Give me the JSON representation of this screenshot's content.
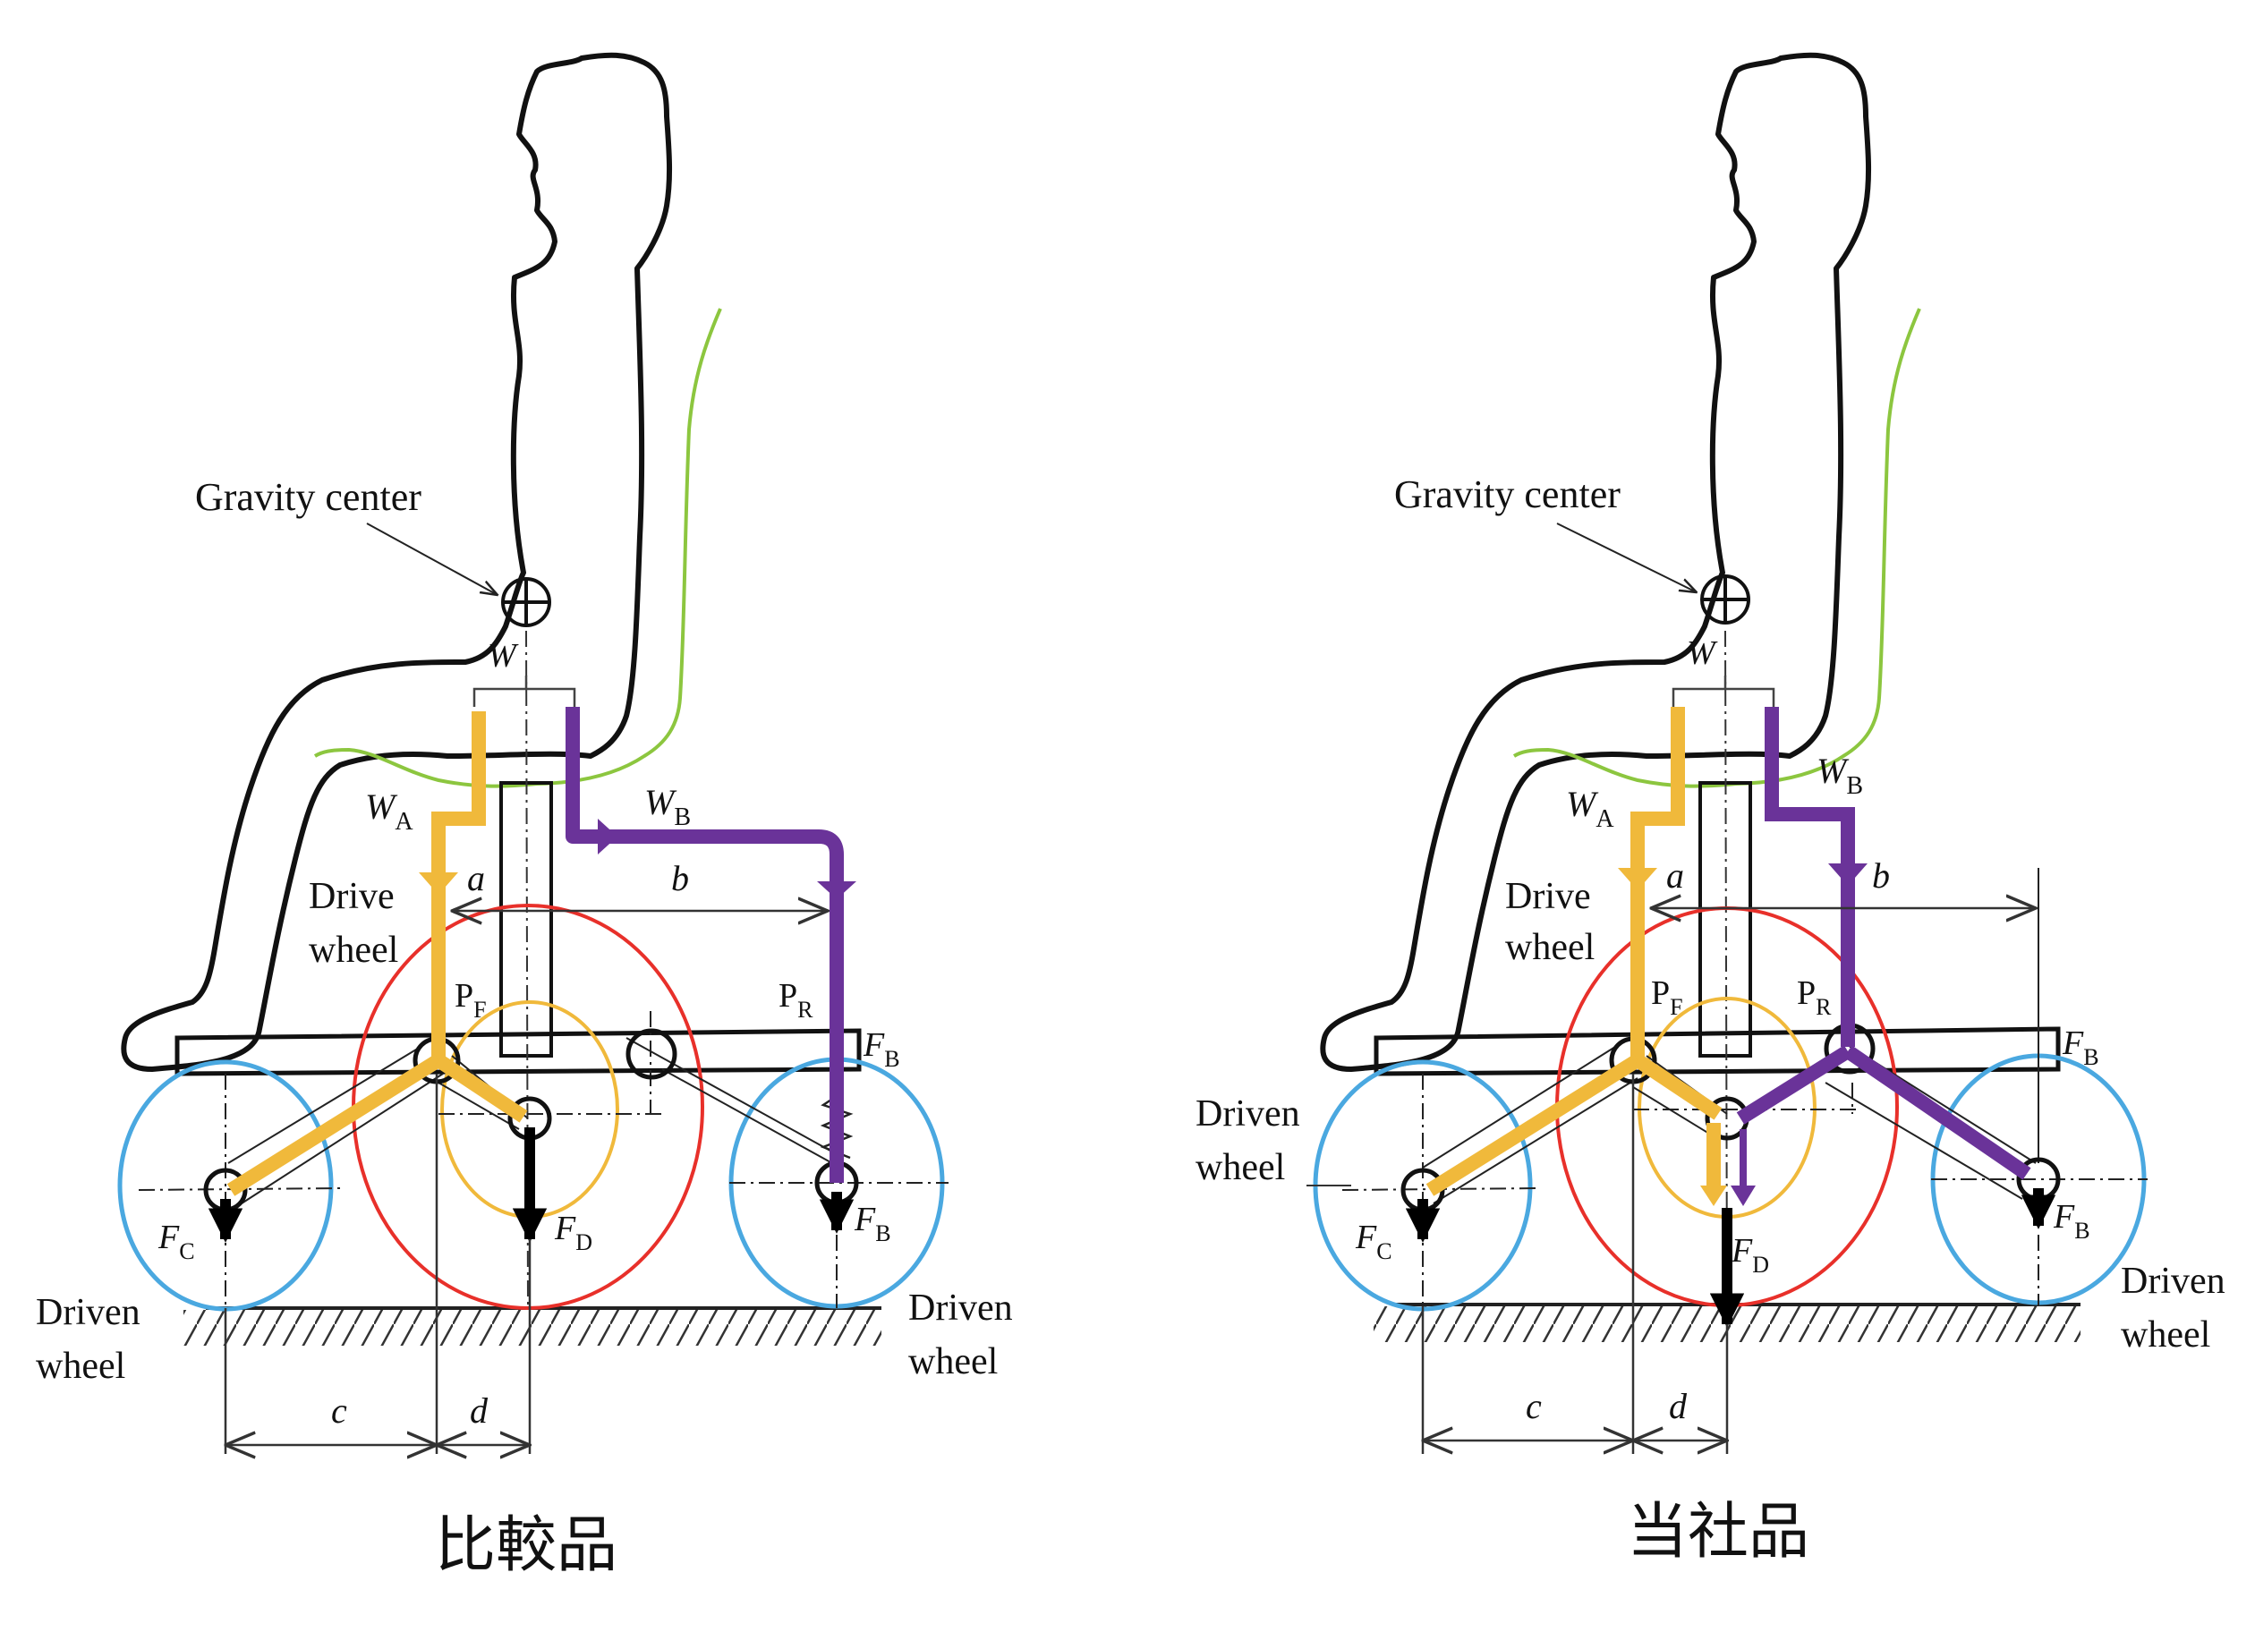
{
  "colors": {
    "outline": "#111111",
    "backrest": "#8cc63f",
    "load_front": "#f0b93b",
    "load_rear": "#6a3399",
    "drive_wheel": "#e8302a",
    "caster_wheel": "#f0b93b",
    "driven_wheel": "#4aa8e0",
    "force_arrow": "#000000"
  },
  "panels": [
    {
      "id": "comparison",
      "caption": "比較品",
      "labels": {
        "gravity_center": "Gravity center",
        "w": "W",
        "wa_main": "W",
        "wa_sub": "A",
        "wb_main": "W",
        "wb_sub": "B",
        "a": "a",
        "b": "b",
        "c": "c",
        "d": "d",
        "pf_main": "P",
        "pf_sub": "F",
        "pr_main": "P",
        "pr_sub": "R",
        "fb_top_main": "F",
        "fb_top_sub": "B",
        "fb_main": "F",
        "fb_sub": "B",
        "fc_main": "F",
        "fc_sub": "C",
        "fd_main": "F",
        "fd_sub": "D",
        "drive_wheel_1": "Drive",
        "drive_wheel_2": "wheel",
        "driven_left_1": "Driven",
        "driven_left_2": "wheel",
        "driven_right_1": "Driven",
        "driven_right_2": "wheel"
      }
    },
    {
      "id": "ours",
      "caption": "当社品",
      "labels": {
        "gravity_center": "Gravity center",
        "w": "W",
        "wa_main": "W",
        "wa_sub": "A",
        "wb_main": "W",
        "wb_sub": "B",
        "a": "a",
        "b": "b",
        "c": "c",
        "d": "d",
        "pf_main": "P",
        "pf_sub": "F",
        "pr_main": "P",
        "pr_sub": "R",
        "fb_top_main": "F",
        "fb_top_sub": "B",
        "fb_main": "F",
        "fb_sub": "B",
        "fc_main": "F",
        "fc_sub": "C",
        "fd_main": "F",
        "fd_sub": "D",
        "drive_wheel_1": "Drive",
        "drive_wheel_2": "wheel",
        "driven_left_1": "Driven",
        "driven_left_2": "wheel",
        "driven_right_1": "Driven",
        "driven_right_2": "wheel"
      }
    }
  ]
}
